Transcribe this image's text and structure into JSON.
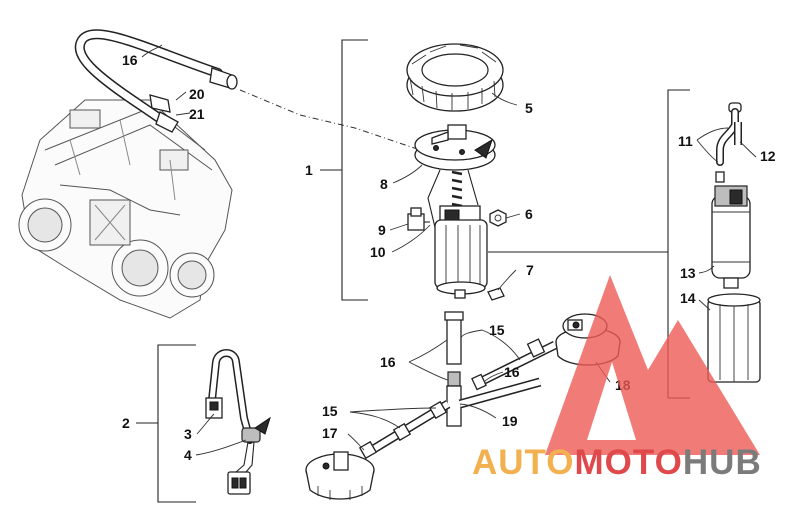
{
  "callouts": [
    {
      "num": "1"
    },
    {
      "num": "2"
    },
    {
      "num": "3"
    },
    {
      "num": "4"
    },
    {
      "num": "5"
    },
    {
      "num": "6"
    },
    {
      "num": "7"
    },
    {
      "num": "8"
    },
    {
      "num": "9"
    },
    {
      "num": "10"
    },
    {
      "num": "11"
    },
    {
      "num": "12"
    },
    {
      "num": "13"
    },
    {
      "num": "14"
    },
    {
      "num": "15"
    },
    {
      "num": "15"
    },
    {
      "num": "16"
    },
    {
      "num": "16"
    },
    {
      "num": "16"
    },
    {
      "num": "17"
    },
    {
      "num": "18"
    },
    {
      "num": "19"
    },
    {
      "num": "20"
    },
    {
      "num": "21"
    }
  ],
  "watermark": {
    "part1": "AUTO",
    "part2": "MOTO",
    "part3": "HUB",
    "colors": {
      "auto": "#f2b04e",
      "moto": "#e0494b",
      "hub": "#7b7b7b",
      "triangle": "#ee5a55"
    }
  }
}
